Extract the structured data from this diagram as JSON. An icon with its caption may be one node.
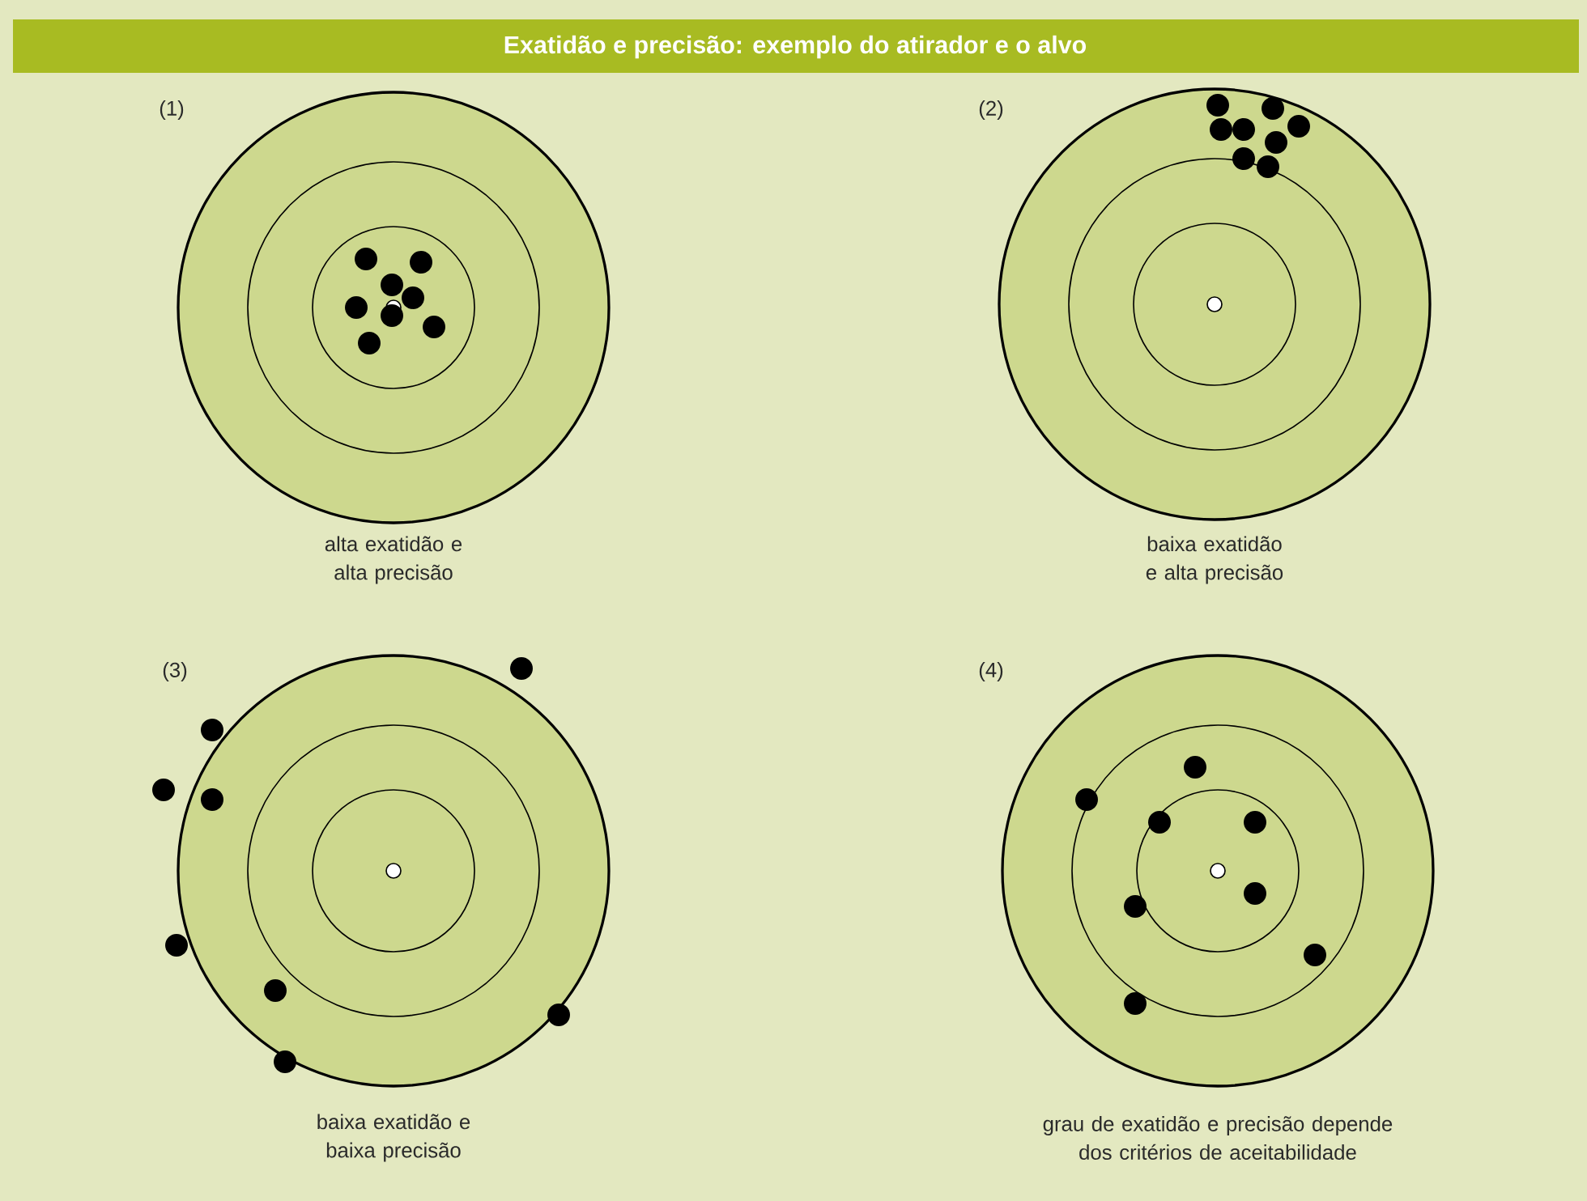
{
  "diagram": {
    "title": "Exatidão e precisão: exemplo do atirador e o alvo",
    "nodes": [
      {
        "text": [],
        "shape": "circle",
        "beside": [
          "alta exatidão e alta precisão"
        ]
      },
      {
        "text": [],
        "shape": "circle",
        "beside": [
          "baixa exatidão e alta precisão"
        ]
      },
      {
        "text": [],
        "shape": "circle",
        "beside": [
          "baixa exatidão e baixa precisão"
        ]
      },
      {
        "text": [],
        "shape": "circle",
        "beside": [
          "grau de exatidão e precisão depende dos critérios de aceitabilidade"
        ]
      }
    ],
    "labels": [
      "(1)",
      "(2)",
      "(3)",
      "(4)"
    ]
  }
}
